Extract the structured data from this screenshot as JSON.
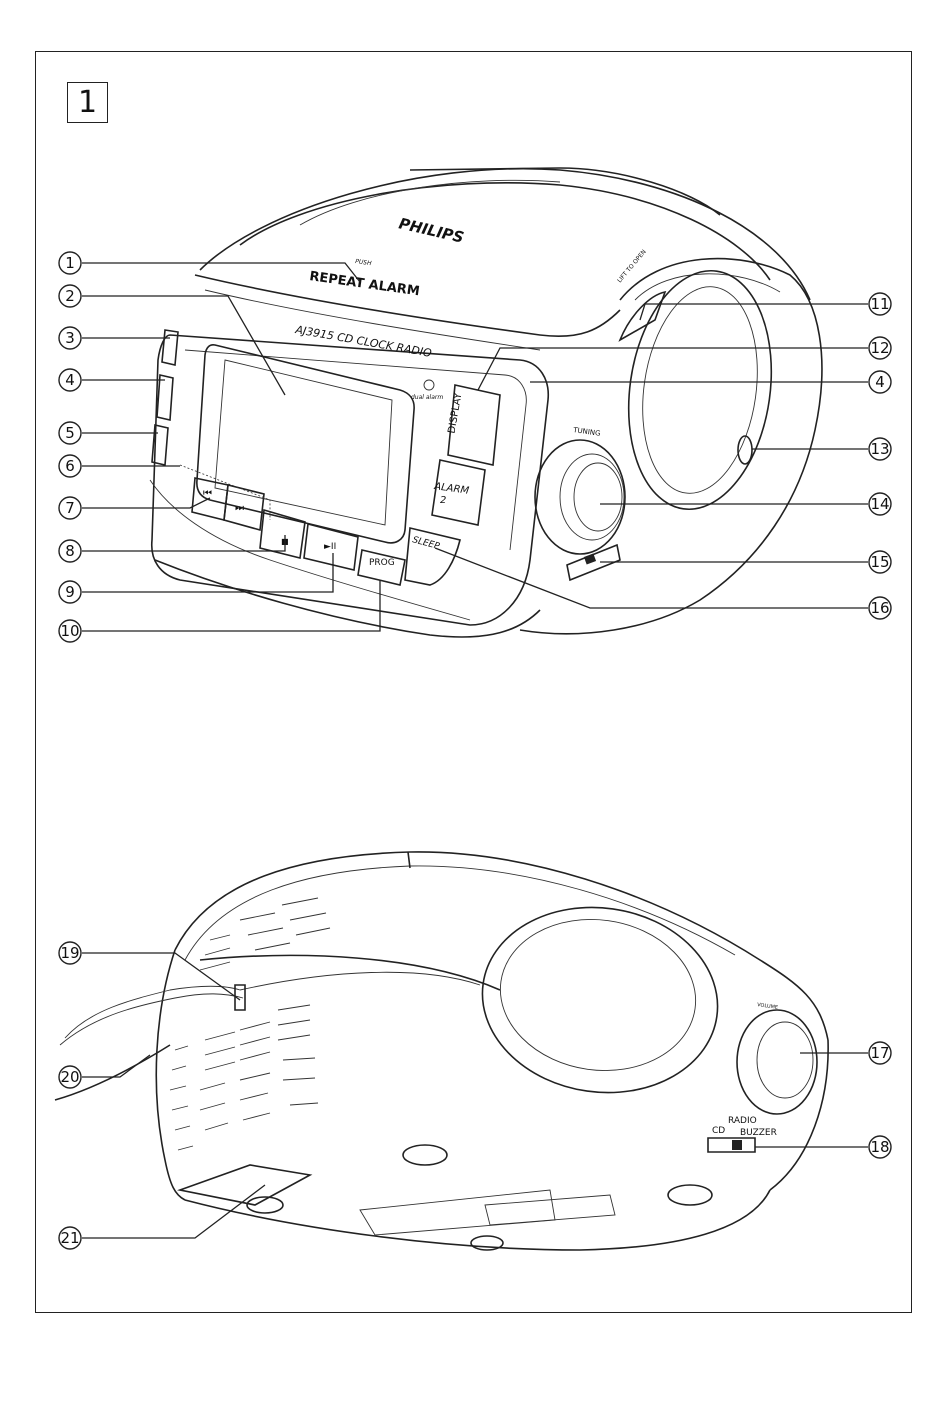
{
  "figure_number": "1",
  "front_view": {
    "brand": "PHILIPS",
    "push_label": "PUSH",
    "repeat_alarm_label": "REPEAT ALARM",
    "model_label": "AJ3915 CD CLOCK RADIO",
    "lift_to_open_label": "LIFT TO OPEN",
    "display_button": "DISPLAY",
    "alarm2_button_line1": "ALARM",
    "alarm2_button_line2": "2",
    "dual_alarm_label": "dual alarm",
    "tuning_label": "TUNING",
    "sleep_button": "SLEEP",
    "prog_button": "PROG",
    "prev_glyph": "⏮",
    "next_glyph": "⏭",
    "stop_glyph": "■",
    "play_pause_glyph": "►II"
  },
  "rear_view": {
    "volume_label": "VOLUME",
    "radio_label": "RADIO",
    "cd_label": "CD",
    "buzzer_label": "BUZZER"
  },
  "callouts": [
    "1",
    "2",
    "3",
    "4",
    "5",
    "6",
    "7",
    "8",
    "9",
    "10",
    "11",
    "12",
    "4",
    "13",
    "14",
    "15",
    "16",
    "17",
    "18",
    "19",
    "20",
    "21"
  ]
}
